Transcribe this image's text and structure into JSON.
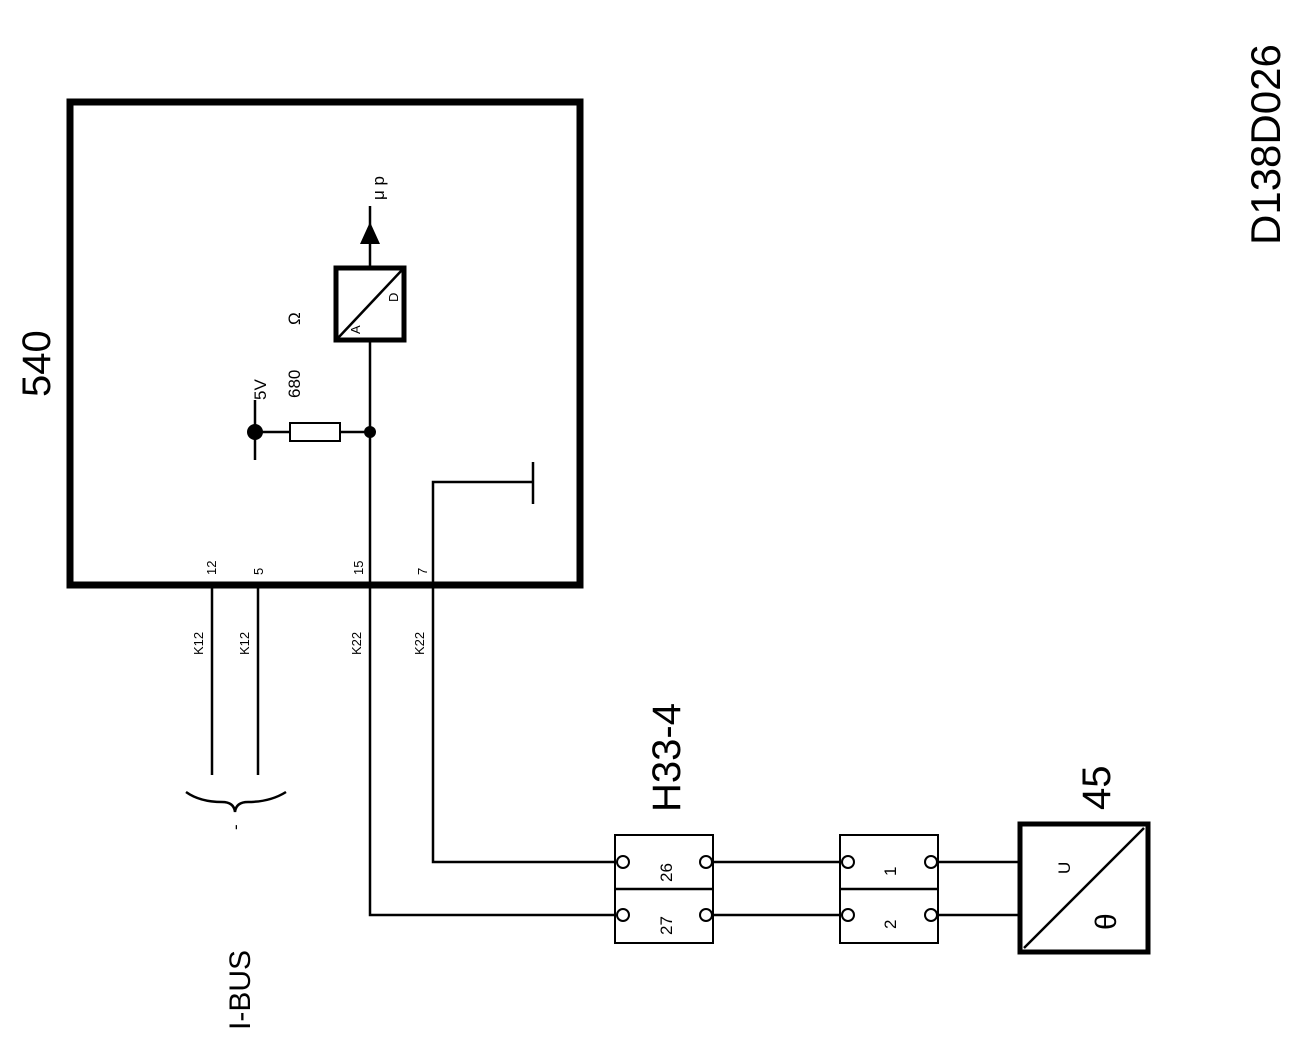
{
  "drawing_code": "D138D026",
  "control_unit": {
    "label": "540",
    "supply_label": "5V",
    "resistor_value": "680",
    "resistor_unit": "Ω",
    "adc_in": "A",
    "adc_out": "D",
    "output_label": "μ p",
    "pins": [
      "12",
      "5",
      "15",
      "7"
    ]
  },
  "wire_codes": [
    "K12",
    "K12",
    "K22",
    "K22"
  ],
  "bus": {
    "label": "I-BUS",
    "brace_mark": "-"
  },
  "connector": {
    "label": "H33-4",
    "pins": [
      "26",
      "27"
    ]
  },
  "sensor_connector": {
    "pins": [
      "1",
      "2"
    ]
  },
  "sensor": {
    "label": "45",
    "symbol_top": "U",
    "symbol_bottom": "θ"
  }
}
